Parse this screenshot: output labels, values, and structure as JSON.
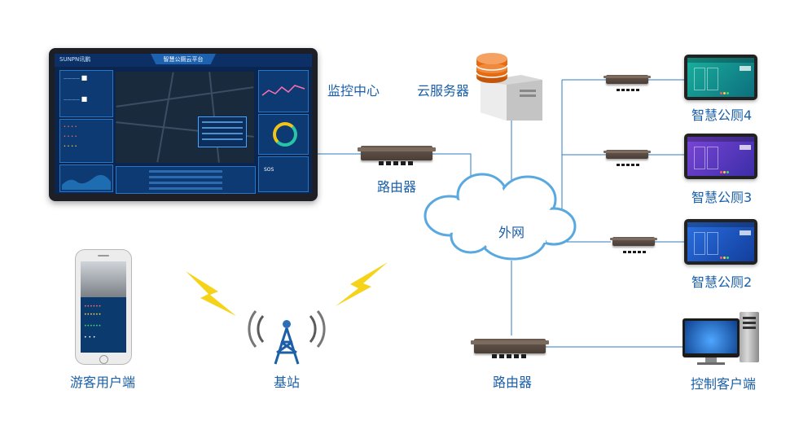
{
  "labels": {
    "monitor_center": "监控中心",
    "cloud_server": "云服务器",
    "router_top": "路由器",
    "router_bottom": "路由器",
    "internet": "外网",
    "toilet4": "智慧公厕4",
    "toilet3": "智慧公厕3",
    "toilet2": "智慧公厕2",
    "tourist_client": "游客用户端",
    "base_station": "基站",
    "control_client": "控制客户端"
  },
  "dashboard": {
    "brand": "SUNPN讯鹏",
    "title": "智慧公厕云平台"
  },
  "colors": {
    "label_text": "#1a5fa8",
    "link_line": "#2f7dc0",
    "cloud_stroke": "#5aa8e0",
    "lightning": "#f5d318",
    "toilet4_screen": "#169a8c",
    "toilet3_screen": "#5a3fc4",
    "toilet2_screen": "#1d4fbf"
  },
  "icons": {
    "server": "database-server-icon",
    "cloud": "cloud-icon",
    "router": "router-icon",
    "tower": "cell-tower-icon",
    "signal": "lightning-icon",
    "phone": "smartphone-icon",
    "pc": "desktop-pc-icon"
  }
}
